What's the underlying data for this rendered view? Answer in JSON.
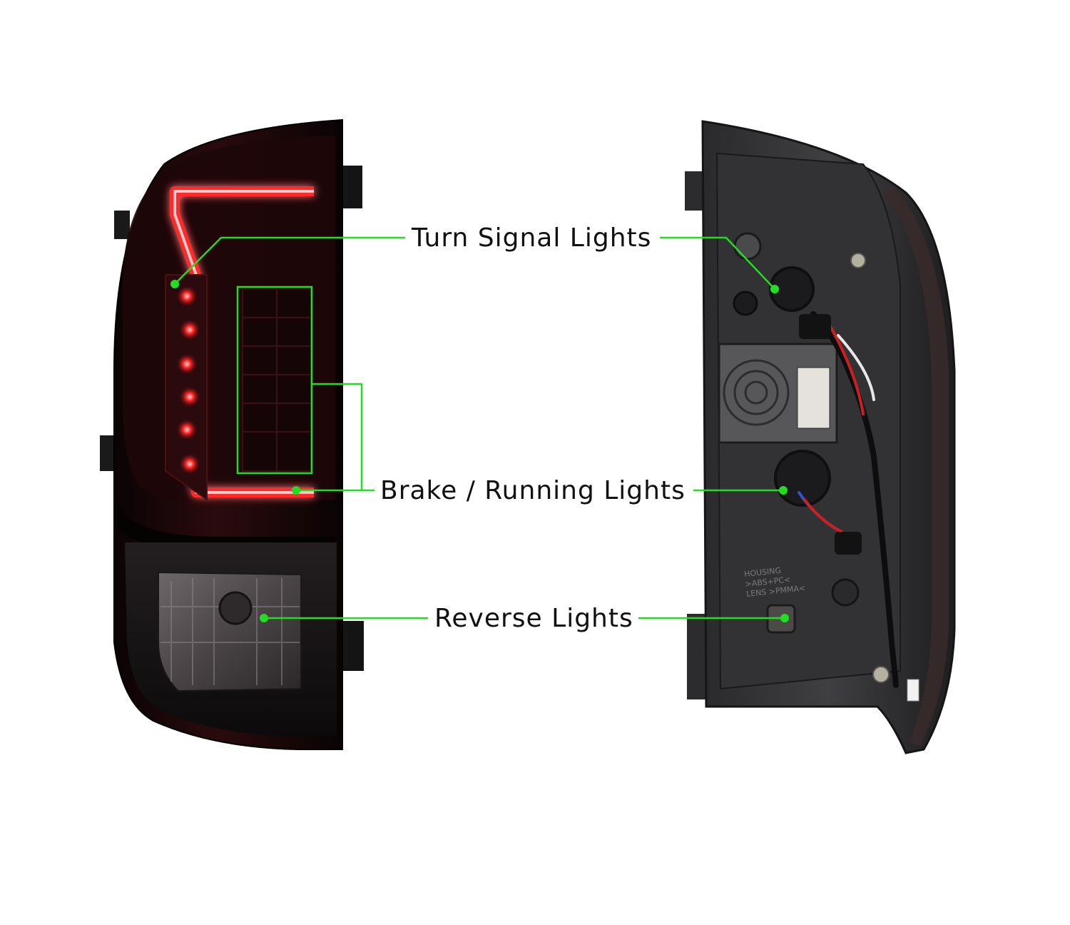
{
  "callouts": {
    "turn_signal": "Turn Signal Lights",
    "brake_running": "Brake / Running Lights",
    "reverse": "Reverse Lights"
  },
  "colors": {
    "leader": "#22dd22",
    "background": "#ffffff",
    "label_text": "#111111",
    "housing_front": "#140607",
    "housing_back": "#3a3a3c",
    "led_red": "#ff2a2a",
    "lens_smoke": "#5a5456"
  },
  "back_markings": {
    "material_line_1": "HOUSING",
    "material_line_2": ">ABS+PC<",
    "material_line_3": "LENS >PMMA<"
  }
}
